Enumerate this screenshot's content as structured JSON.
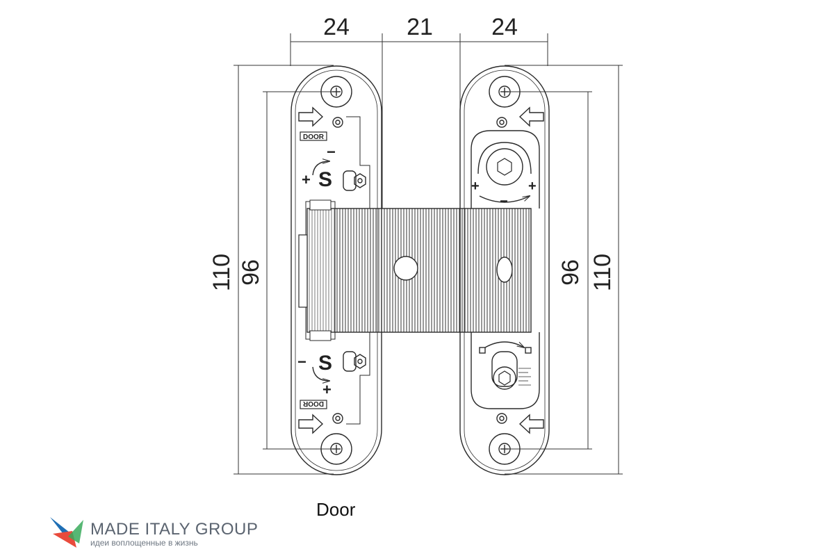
{
  "dimensions": {
    "top": [
      "24",
      "21",
      "24"
    ],
    "left_outer": "110",
    "left_inner": "96",
    "right_inner": "96",
    "right_outer": "110"
  },
  "plate_markings": {
    "door_label": "DOOR",
    "s_label": "S",
    "plus": "+",
    "minus": "−"
  },
  "caption": "Door",
  "brand": {
    "name": "MADE ITALY GROUP",
    "tagline": "идеи воплощенные в жизнь",
    "colors": [
      "#e94b3c",
      "#1f6fb5",
      "#3aaa5c"
    ]
  },
  "colors": {
    "line": "#2a2a2a",
    "dim_line": "#333333"
  }
}
